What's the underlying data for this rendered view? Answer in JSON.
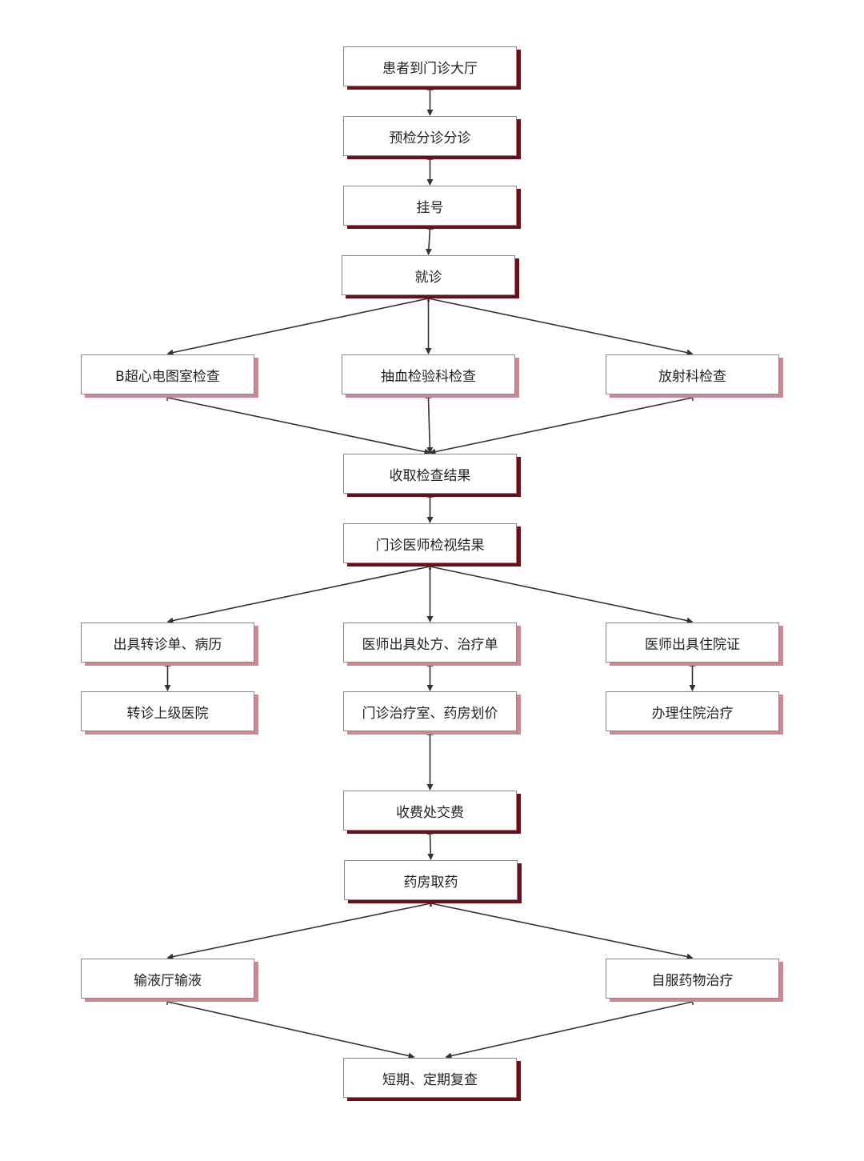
{
  "colors": {
    "main_shadow": "#6e0d18",
    "branch_shadow": "#cc8991",
    "arrow": "#333333",
    "border": "#8a8a8a"
  },
  "nodes": {
    "arrive": "患者到门诊大厅",
    "triage": "预检分诊分诊",
    "register": "挂号",
    "consult": "就诊",
    "ultrasound": "B超心电图室检查",
    "blood": "抽血检验科检查",
    "radiology": "放射科检查",
    "collect_results": "收取检查结果",
    "review_results": "门诊医师检视结果",
    "referral_docs": "出具转诊单、病历",
    "prescription": "医师出具处方、治疗单",
    "admission_cert": "医师出具住院证",
    "transfer": "转诊上级医院",
    "treatment_room": "门诊治疗室、药房划价",
    "inpatient": "办理住院治疗",
    "payment": "收费处交费",
    "pharmacy": "药房取药",
    "infusion": "输液厅输液",
    "self_medication": "自服药物治疗",
    "followup": "短期、定期复查"
  },
  "edges": [
    [
      "arrive",
      "triage"
    ],
    [
      "triage",
      "register"
    ],
    [
      "register",
      "consult"
    ],
    [
      "consult",
      "ultrasound"
    ],
    [
      "consult",
      "blood"
    ],
    [
      "consult",
      "radiology"
    ],
    [
      "ultrasound",
      "collect_results"
    ],
    [
      "blood",
      "collect_results"
    ],
    [
      "radiology",
      "collect_results"
    ],
    [
      "collect_results",
      "review_results"
    ],
    [
      "review_results",
      "referral_docs"
    ],
    [
      "review_results",
      "prescription"
    ],
    [
      "review_results",
      "admission_cert"
    ],
    [
      "referral_docs",
      "transfer"
    ],
    [
      "prescription",
      "treatment_room"
    ],
    [
      "admission_cert",
      "inpatient"
    ],
    [
      "treatment_room",
      "payment"
    ],
    [
      "payment",
      "pharmacy"
    ],
    [
      "pharmacy",
      "infusion"
    ],
    [
      "pharmacy",
      "self_medication"
    ],
    [
      "infusion",
      "followup"
    ],
    [
      "self_medication",
      "followup"
    ]
  ]
}
